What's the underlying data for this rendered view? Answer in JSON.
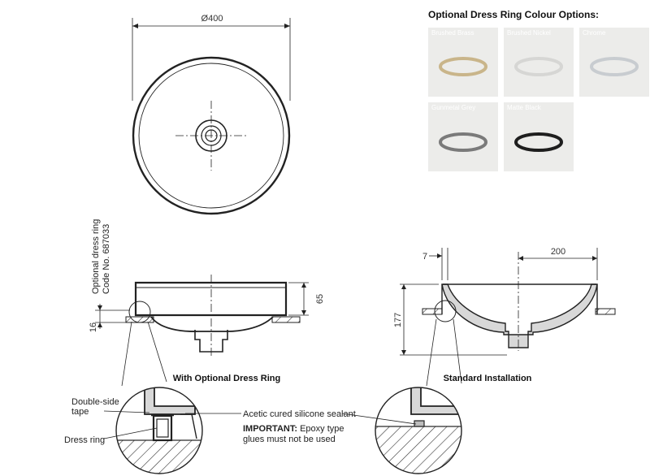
{
  "dimensions": {
    "diameter": "Ø400",
    "height_65": "65",
    "height_16": "16",
    "height_177": "177",
    "offset_7": "7",
    "radius_200": "200"
  },
  "side_note": {
    "line1": "Optional dress ring",
    "line2": "Code No. 687033"
  },
  "captions": {
    "with_ring": "With Optional Dress Ring",
    "standard": "Standard Installation"
  },
  "callouts": {
    "double_side_line1": "Double-side",
    "double_side_line2": "tape",
    "dress_ring": "Dress ring",
    "sealant": "Acetic cured silicone sealant",
    "important_label": "IMPORTANT:",
    "important_text": " Epoxy type",
    "important_line2": "glues must not be used"
  },
  "ring_options": {
    "title": "Optional Dress Ring Colour Options:",
    "items": [
      {
        "label": "Brushed Brass",
        "color": "#c9b58a"
      },
      {
        "label": "Brushed Nickel",
        "color": "#d6d6d4"
      },
      {
        "label": "Chrome",
        "color": "#c8ccd0"
      },
      {
        "label": "Gunmetal Grey",
        "color": "#7a7a7a"
      },
      {
        "label": "Matte Black",
        "color": "#1e1e1e"
      }
    ]
  }
}
